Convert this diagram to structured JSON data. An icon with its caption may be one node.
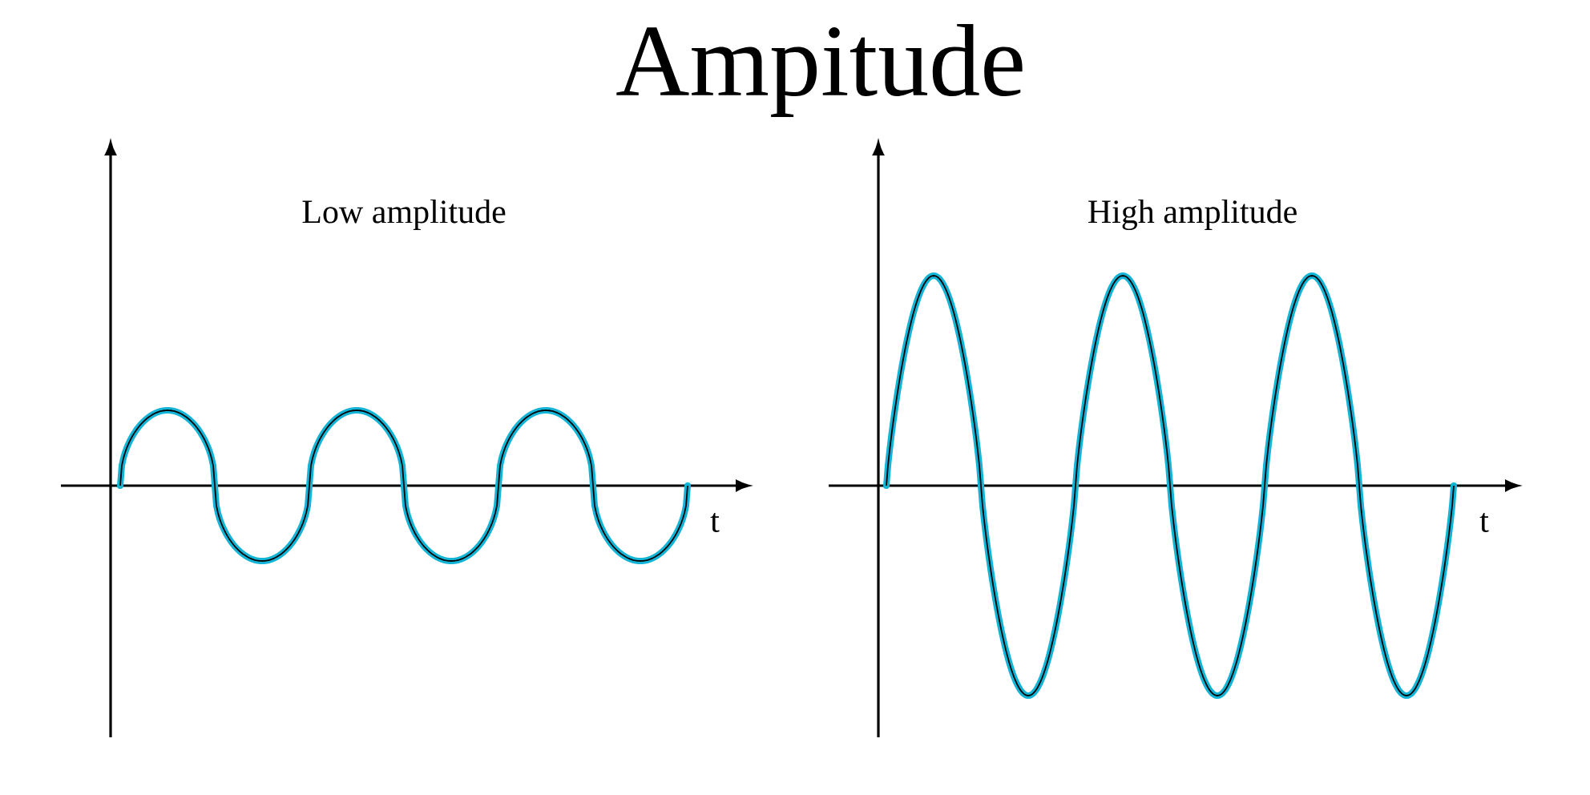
{
  "diagram": {
    "title": "Ampitude",
    "labels": [
      "Low amplitude",
      "t",
      "High amplitude",
      "t"
    ]
  }
}
